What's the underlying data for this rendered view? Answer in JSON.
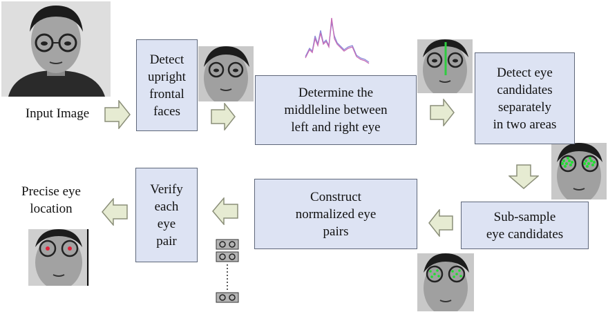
{
  "labels": {
    "input": "Input Image",
    "precise": "Precise eye\nlocation"
  },
  "steps": {
    "detect_faces": "Detect\nupright\nfrontal\nfaces",
    "middleline": "Determine the\nmiddleline between\nleft and right eye",
    "detect_candidates": "Detect eye\ncandidates\nseparately\nin two areas",
    "subsample": "Sub-sample\neye candidates",
    "construct": "Construct\nnormalized eye\npairs",
    "verify": "Verify\neach\neye\npair"
  },
  "colors": {
    "box_fill": "#dde3f3",
    "box_border": "#5d6679",
    "arrow_fill": "#e6ebd2",
    "arrow_border": "#8a8e78",
    "middleline": "#2ecc40",
    "candidate_marks": "#22dd33",
    "final_marks": "#e0223a",
    "projection_line_a": "#c66ab5",
    "projection_line_b": "#8a8ad8"
  }
}
